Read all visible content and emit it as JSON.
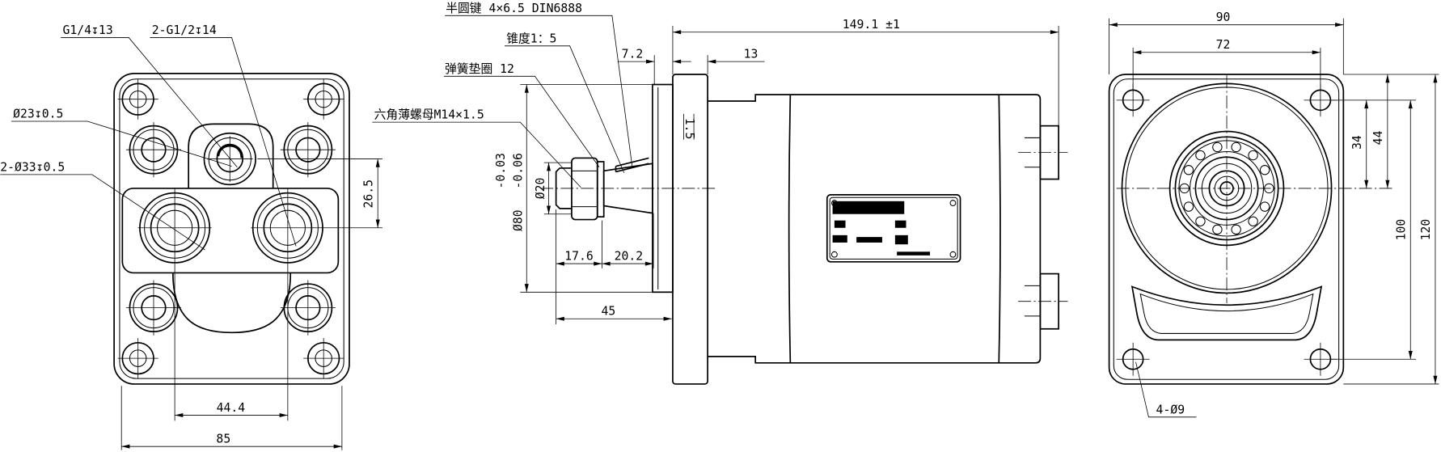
{
  "views": {
    "front": {
      "g14_label": "G1/4↧13",
      "g12_label": "2-G1/2↧14",
      "d23_label": "Ø23↧0.5",
      "d33_label": "2-Ø33↧0.5",
      "dim_port_offset": "26.5",
      "dim_port_spacing": "44.4",
      "dim_width": "85"
    },
    "side": {
      "key_label": "半圆键 4×6.5 DIN6888",
      "taper_label": "锥度1：5",
      "washer_label": "弹簧垫圈 12",
      "nut_label": "六角薄螺母M14×1.5",
      "dim_pilot_depth": "7.2",
      "dim_flange": "13",
      "dim_length": "149.1 ±1",
      "dim_chamfer": "1.5",
      "dim_pilot_dia": "Ø80",
      "tol_upper": "-0.03",
      "tol_lower": "-0.06",
      "dim_shaft_dia": "Ø20",
      "dim_thread": "17.6",
      "dim_taper": "20.2",
      "dim_shaft_len": "45"
    },
    "rear": {
      "dim_width": "90",
      "dim_hole_span_x": "72",
      "dim_hole_to_center": "34",
      "dim_edge_to_center": "44",
      "dim_hole_span_y": "100",
      "dim_height": "120",
      "holes_label": "4-Ø9"
    }
  },
  "colors": {
    "line": "#000000",
    "background": "#ffffff"
  }
}
